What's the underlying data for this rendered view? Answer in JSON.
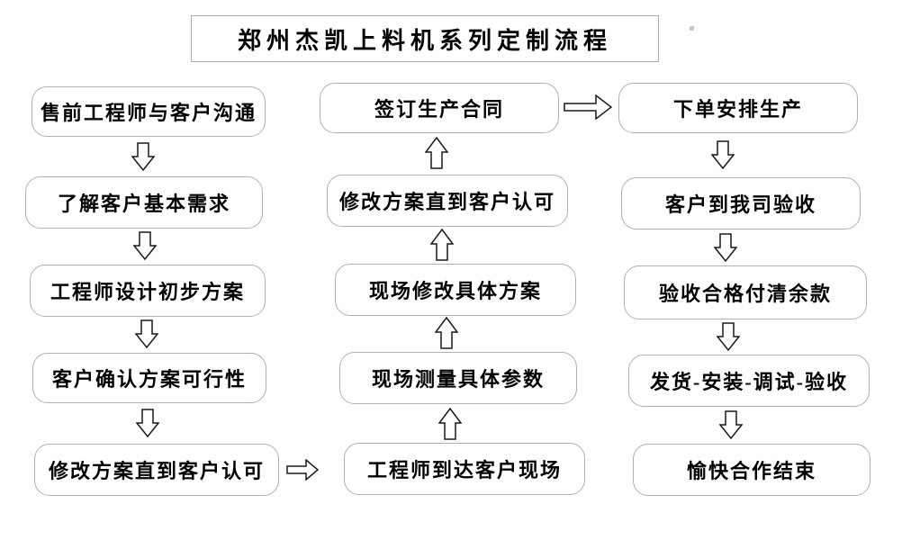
{
  "title": "郑州杰凯上料机系列定制流程",
  "flow": {
    "left_column": {
      "arrow_direction": "down",
      "items": [
        "售前工程师与客户沟通",
        "了解客户基本需求",
        "工程师设计初步方案",
        "客户确认方案可行性",
        "修改方案直到客户认可"
      ]
    },
    "middle_column": {
      "arrow_direction": "up",
      "items": [
        "签订生产合同",
        "修改方案直到客户认可",
        "现场修改具体方案",
        "现场测量具体参数",
        "工程师到达客户现场"
      ]
    },
    "right_column": {
      "arrow_direction": "down",
      "items": [
        "下单安排生产",
        "客户到我司验收",
        "验收合格付清余款",
        "发货-安装-调试-验收",
        "愉快合作结束"
      ]
    },
    "cross_connectors": [
      {
        "direction": "right",
        "from": "修改方案直到客户认可",
        "to": "工程师到达客户现场"
      },
      {
        "direction": "right",
        "from": "签订生产合同",
        "to": "下单安排生产"
      }
    ]
  },
  "colors": {
    "background": "#ffffff",
    "box_border": "#b0b0b0",
    "text": "#000000",
    "arrow_outline": "#1a1a1a",
    "arrow_fill": "#ffffff"
  }
}
